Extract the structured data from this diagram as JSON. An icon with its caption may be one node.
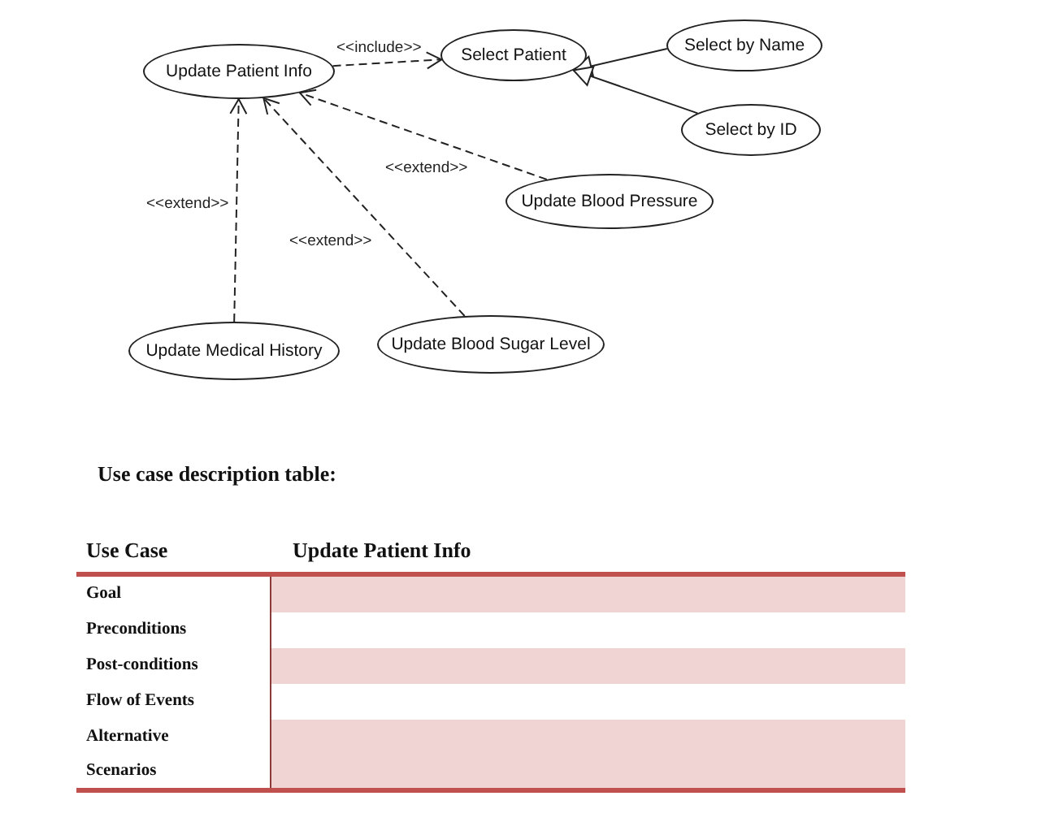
{
  "diagram": {
    "nodes": [
      {
        "text": [
          "Update Patient Info"
        ]
      },
      {
        "text": [
          "Select Patient"
        ]
      },
      {
        "text": [
          "Select by Name"
        ]
      },
      {
        "text": [
          "Select by ID"
        ]
      },
      {
        "text": [
          "Update Blood Pressure"
        ]
      },
      {
        "text": [
          "Update Medical History"
        ]
      },
      {
        "text": [
          "Update Blood Sugar Level"
        ]
      }
    ],
    "edges": [
      {
        "from": 0,
        "to": 1,
        "arrow": "to",
        "style": "dashed",
        "label": "<<include>>"
      },
      {
        "from": 2,
        "to": 1,
        "arrow": "to"
      },
      {
        "from": 3,
        "to": 1,
        "arrow": "to"
      },
      {
        "from": 4,
        "to": 0,
        "arrow": "to",
        "style": "dashed",
        "label": "<<extend>>"
      },
      {
        "from": 5,
        "to": 0,
        "arrow": "to",
        "style": "dashed",
        "label": "<<extend>>"
      },
      {
        "from": 6,
        "to": 0,
        "arrow": "to",
        "style": "dashed",
        "label": "<<extend>>"
      }
    ],
    "labels": [
      "Use case description table:",
      "Use Case",
      "Update Patient Info",
      "Goal",
      "Preconditions",
      "Post-conditions",
      "Flow of Events",
      "Alternative Scenarios"
    ]
  }
}
